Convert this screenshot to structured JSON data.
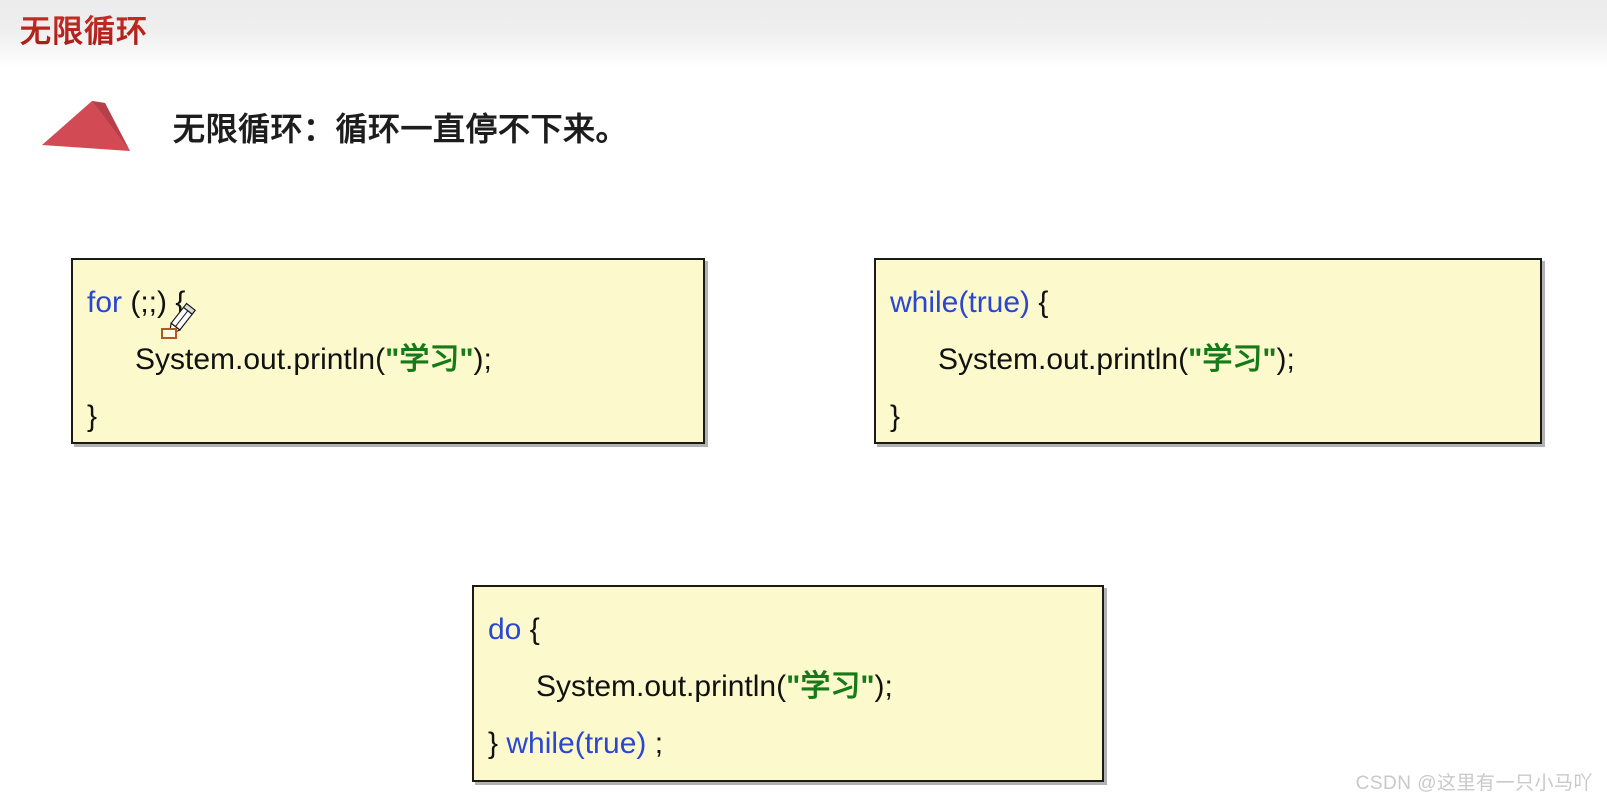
{
  "slide": {
    "title": "无限循环",
    "title_color": "#b32019",
    "bullet": {
      "marker": "pyramid-marker",
      "text": "无限循环：循环一直停不下来。"
    },
    "watermark": "CSDN @这里有一只小马吖"
  },
  "theme": {
    "code_bg": "#fcfacd",
    "code_border": "#1a1a17",
    "keyword_color": "#2b46d0",
    "string_color": "#177a18",
    "text_color": "#111111",
    "marker_color": "#cc4a52"
  },
  "code_boxes": [
    {
      "id": "for-loop",
      "lines": [
        {
          "indent": false,
          "tokens": [
            {
              "cls": "kw",
              "t": "for"
            },
            {
              "cls": "plain",
              "t": " (;;) {"
            }
          ]
        },
        {
          "indent": true,
          "tokens": [
            {
              "cls": "plain",
              "t": "System.out.println("
            },
            {
              "cls": "str",
              "t": "\"学习\""
            },
            {
              "cls": "plain",
              "t": ");"
            }
          ]
        },
        {
          "indent": false,
          "tokens": [
            {
              "cls": "plain",
              "t": "}"
            }
          ]
        }
      ]
    },
    {
      "id": "while-loop",
      "lines": [
        {
          "indent": false,
          "tokens": [
            {
              "cls": "kw",
              "t": "while(true)"
            },
            {
              "cls": "plain",
              "t": " {"
            }
          ]
        },
        {
          "indent": true,
          "tokens": [
            {
              "cls": "plain",
              "t": "System.out.println("
            },
            {
              "cls": "str",
              "t": "\"学习\""
            },
            {
              "cls": "plain",
              "t": ");"
            }
          ]
        },
        {
          "indent": false,
          "tokens": [
            {
              "cls": "plain",
              "t": "}"
            }
          ]
        }
      ]
    },
    {
      "id": "do-while-loop",
      "lines": [
        {
          "indent": false,
          "tokens": [
            {
              "cls": "kw",
              "t": "do"
            },
            {
              "cls": "plain",
              "t": " {"
            }
          ]
        },
        {
          "indent": true,
          "tokens": [
            {
              "cls": "plain",
              "t": "System.out.println("
            },
            {
              "cls": "str",
              "t": "\"学习\""
            },
            {
              "cls": "plain",
              "t": ");"
            }
          ]
        },
        {
          "indent": false,
          "tokens": [
            {
              "cls": "plain",
              "t": "} "
            },
            {
              "cls": "kw",
              "t": "while(true)"
            },
            {
              "cls": "plain",
              "t": " ;"
            }
          ]
        }
      ]
    }
  ],
  "annotations": {
    "cursor": "pencil-cursor",
    "ime_marker": "ime-candidate-box"
  }
}
